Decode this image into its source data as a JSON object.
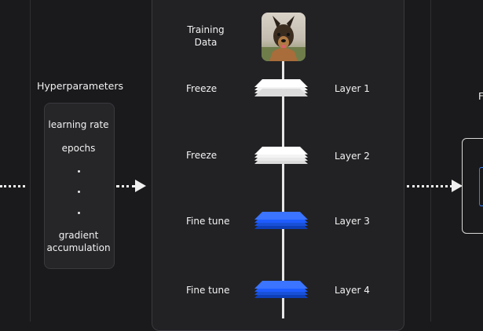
{
  "hyperparameters": {
    "title": "Hyperparameters",
    "items": [
      "learning rate",
      "epochs"
    ],
    "dots": [
      "·",
      "·",
      "·"
    ],
    "last_item_line1": "gradient",
    "last_item_line2": "accumulation"
  },
  "training_data": {
    "label_line1": "Training",
    "label_line2": "Data"
  },
  "layers": [
    {
      "action": "Freeze",
      "name": "Layer 1",
      "state": "frozen"
    },
    {
      "action": "Freeze",
      "name": "Layer 2",
      "state": "frozen"
    },
    {
      "action": "Fine tune",
      "name": "Layer 3",
      "state": "trainable"
    },
    {
      "action": "Fine tune",
      "name": "Layer 4",
      "state": "trainable"
    }
  ],
  "output_partial_label": "F",
  "colors": {
    "frozen_layer": "#ffffff",
    "trainable_layer": "#1e5cff",
    "background": "#1a1a1c",
    "panel": "#222225"
  },
  "icons": {
    "arrow": "dotted-right-arrow",
    "layer": "stacked-planes-icon",
    "photo": "dog-photo"
  }
}
